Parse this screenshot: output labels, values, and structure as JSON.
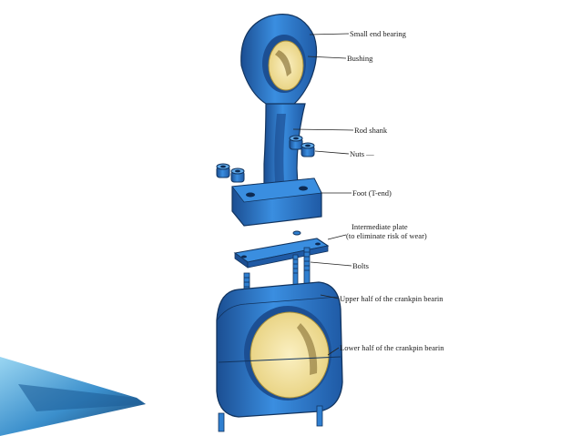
{
  "diagram": {
    "labels": {
      "small_end_bearing": "Small end bearing",
      "bushing": "Bushing",
      "rod_shank": "Rod shank",
      "nuts": "Nuts —",
      "foot": "Foot (T-end)",
      "intermediate_plate_line1": "Intermediate plate",
      "intermediate_plate_line2": "(to eliminate risk of wear)",
      "bolts": "Bolts",
      "upper_half": "Upper half of the crankpin bearin",
      "lower_half": "Lower half of the crankpin bearin"
    },
    "colors": {
      "steel_blue": "#2f7fd0",
      "steel_dark": "#1c4f93",
      "bearing_yellow": "#f3e3a0",
      "ribbon_light": "#5fb3e6",
      "ribbon_dark": "#1e5f9a"
    }
  }
}
